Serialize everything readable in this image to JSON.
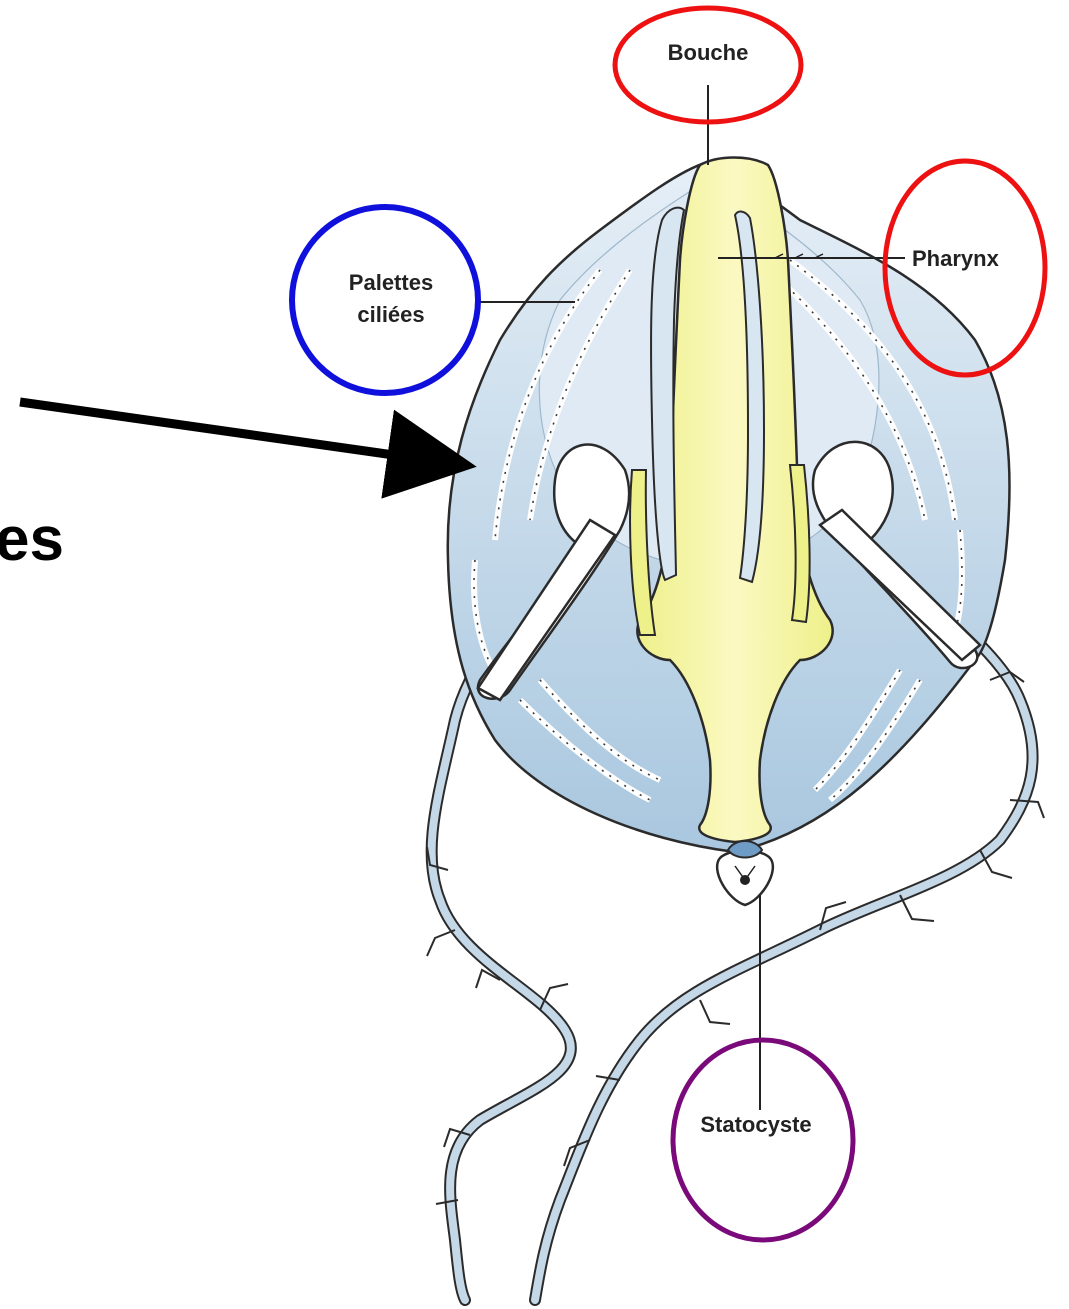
{
  "labels": {
    "mouth": "Bouche",
    "pharynx": "Pharynx",
    "comb_plates_line1": "Palettes",
    "comb_plates_line2": "ciliées",
    "statocyst": "Statocyste",
    "cut_text": "es"
  },
  "colors": {
    "body_fill": "#b8d3e6",
    "body_light": "#dde9f3",
    "pharynx_fill": "#f4f29a",
    "ring_mouth": "#ee1111",
    "ring_pharynx": "#ee1111",
    "ring_comb_plates": "#1010dd",
    "ring_statocyst": "#7a0a7a",
    "arrow": "#000000"
  }
}
